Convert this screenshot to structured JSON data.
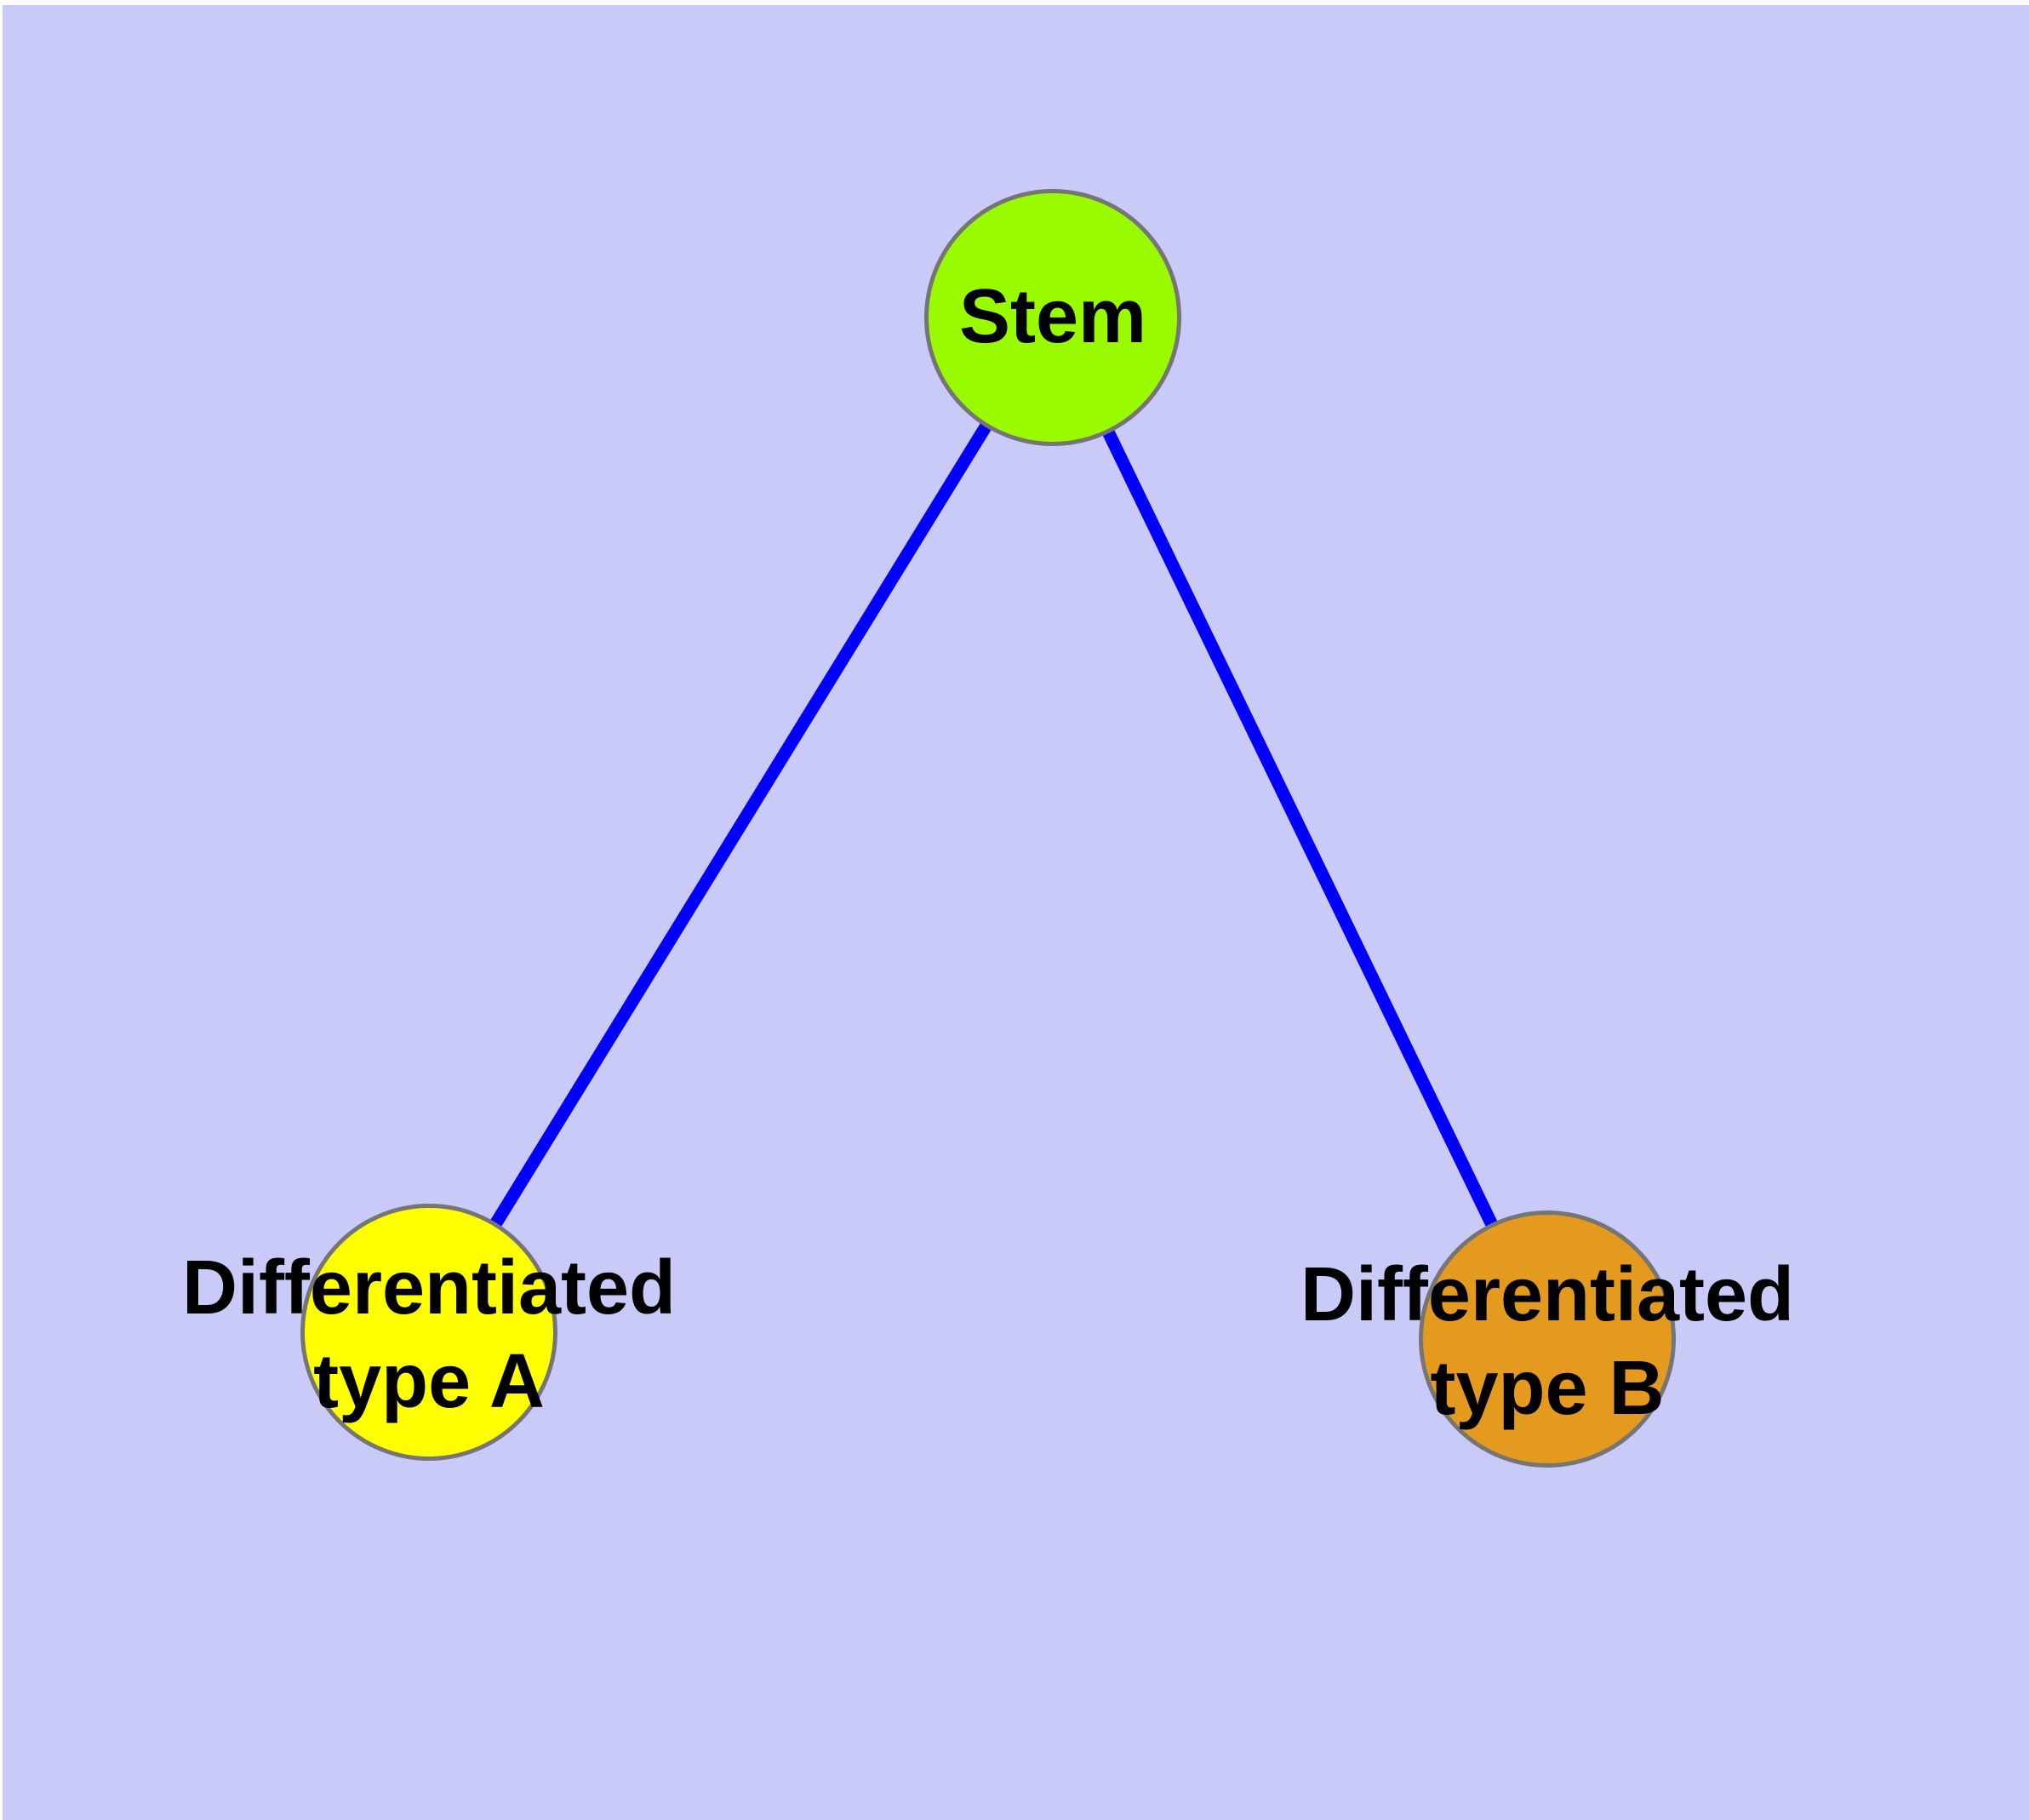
{
  "diagram": {
    "type": "graph",
    "background_color": "#CACAF8",
    "page_margin_color": "#FFFFFF",
    "edge_color": "#0000FA",
    "edge_stroke_width": 15,
    "node_border_color": "#757575",
    "label_color": "#000000",
    "nodes": [
      {
        "id": "stem",
        "label": "Stem",
        "label_line1": "Stem",
        "label_line2": "",
        "fill_color": "#9AFA00"
      },
      {
        "id": "differentiated-type-a",
        "label": "Differentiated type A",
        "label_line1": "Differentiated",
        "label_line2": "type A",
        "fill_color": "#FFFF00"
      },
      {
        "id": "differentiated-type-b",
        "label": "Differentiated type B",
        "label_line1": "Differentiated",
        "label_line2": "type B",
        "fill_color": "#E49A1F"
      }
    ],
    "edges": [
      {
        "from": "Stem",
        "to": "Differentiated type A"
      },
      {
        "from": "Stem",
        "to": "Differentiated type B"
      }
    ]
  }
}
